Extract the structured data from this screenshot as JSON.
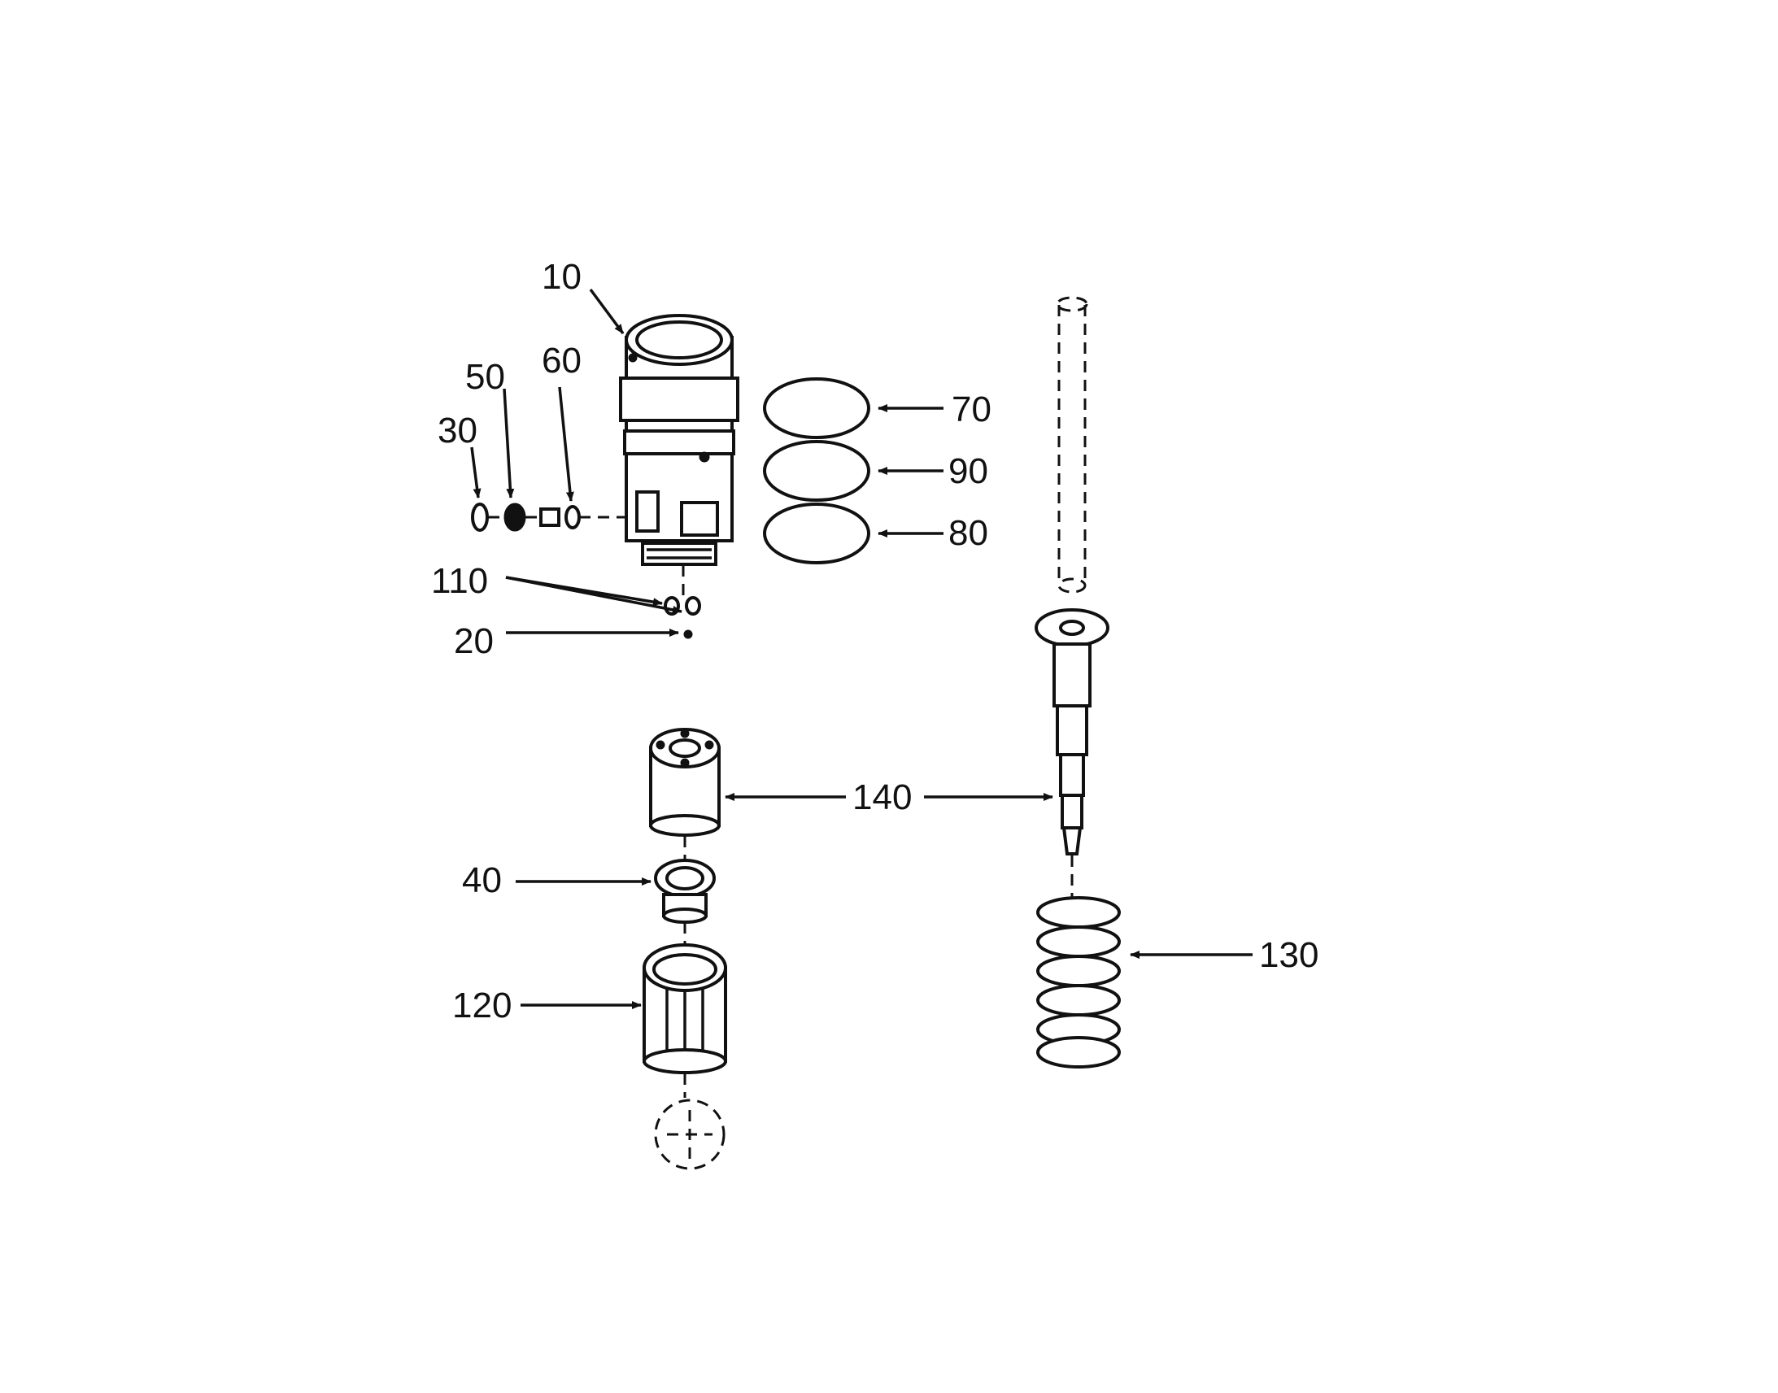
{
  "diagram": {
    "callouts": [
      {
        "id": "10",
        "label": "10"
      },
      {
        "id": "20",
        "label": "20"
      },
      {
        "id": "30",
        "label": "30"
      },
      {
        "id": "40",
        "label": "40"
      },
      {
        "id": "50",
        "label": "50"
      },
      {
        "id": "60",
        "label": "60"
      },
      {
        "id": "70",
        "label": "70"
      },
      {
        "id": "80",
        "label": "80"
      },
      {
        "id": "90",
        "label": "90"
      },
      {
        "id": "110",
        "label": "110"
      },
      {
        "id": "120",
        "label": "120"
      },
      {
        "id": "130",
        "label": "130"
      },
      {
        "id": "140",
        "label": "140"
      }
    ]
  }
}
